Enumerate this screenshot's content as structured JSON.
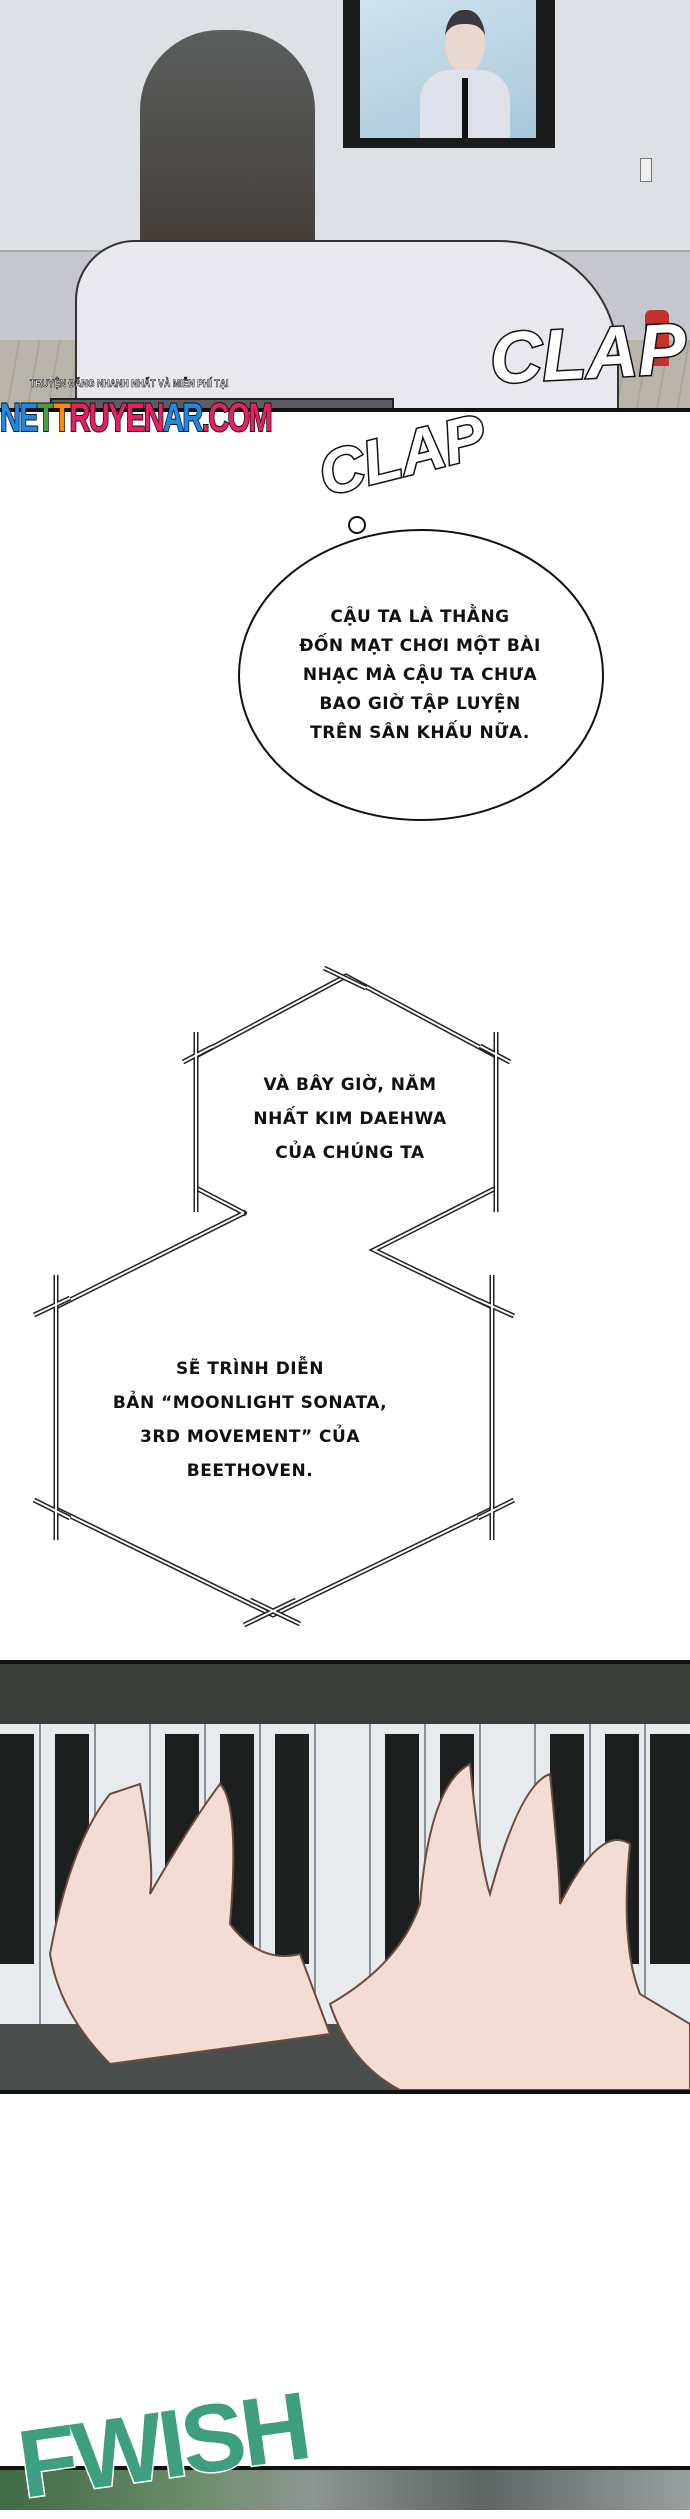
{
  "panels": {
    "classroom": {
      "sfx_clap_right": "CLAP",
      "sfx_clap_left": "CLAP"
    },
    "watermark": {
      "tagline": "TRUYỆN ĐĂNG NHANH NHẤT VÀ MIỄN PHÍ TẠI",
      "site_parts": [
        {
          "text": "NE",
          "color": "#1e88e5"
        },
        {
          "text": "T",
          "color": "#43a047"
        },
        {
          "text": "T",
          "color": "#fb8c00"
        },
        {
          "text": "RUYEN",
          "color": "#e91e63"
        },
        {
          "text": "AR",
          "color": "#1e88e5"
        },
        {
          "text": ".COM",
          "color": "#e91e63"
        }
      ]
    },
    "thought_bubble": {
      "lines": [
        "CẬU TA LÀ THẰNG",
        "ĐỐN MẠT CHƠI MỘT BÀI",
        "NHẠC MÀ CẬU TA CHƯA",
        "BAO GIỜ TẬP LUYỆN",
        "TRÊN SÂN KHẤU NỮA."
      ]
    },
    "announcement_upper": {
      "lines": [
        "VÀ BÂY GIỜ, NĂM",
        "NHẤT KIM DAEHWA",
        "CỦA CHÚNG TA"
      ]
    },
    "announcement_lower": {
      "lines": [
        "SẼ TRÌNH DIỄN",
        "BẢN “MOONLIGHT SONATA,",
        "3RD MOVEMENT” CỦA",
        "BEETHOVEN."
      ]
    },
    "final": {
      "sfx": "FWISH",
      "sfx_color": "#3e9e80"
    }
  }
}
